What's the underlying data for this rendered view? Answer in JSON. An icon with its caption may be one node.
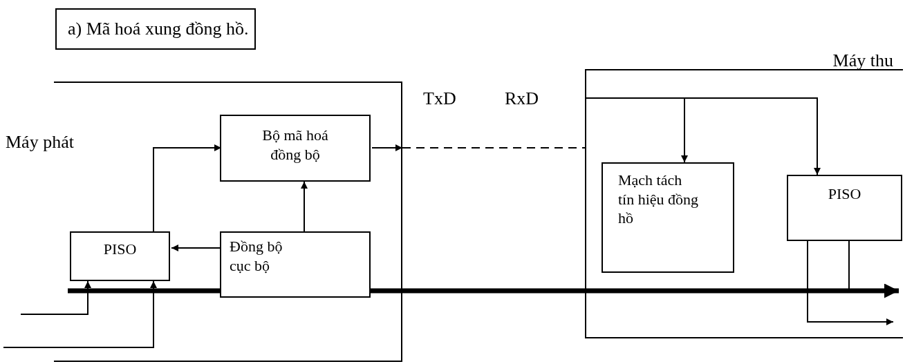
{
  "diagram": {
    "nodes": [
      {
        "text": [
          "a) Mã hoá xung đồng hồ."
        ]
      },
      {
        "text": [
          "Máy phát"
        ]
      },
      {
        "text": [
          "Bộ mã hoá đồng bộ"
        ],
        "in": 1
      },
      {
        "text": [
          "PISO"
        ],
        "in": 1
      },
      {
        "text": [
          "Đồng bộ cục bộ"
        ],
        "in": 1
      },
      {
        "text": [
          "Máy thu"
        ]
      },
      {
        "text": [
          "Mạch tách tín hiệu đồng hồ"
        ],
        "in": 5
      },
      {
        "text": [
          "PISO"
        ],
        "in": 5
      }
    ],
    "edges": [
      {
        "from": 3,
        "to": 2,
        "arrow": "to"
      },
      {
        "from": 4,
        "to": 2,
        "arrow": "to"
      },
      {
        "from": 4,
        "to": 3,
        "arrow": "to"
      },
      {
        "from": null,
        "to": 3,
        "arrow": "to"
      },
      {
        "from": null,
        "to": 3,
        "arrow": "to"
      },
      {
        "from": 2,
        "to": 1,
        "arrow": "to"
      },
      {
        "from": 1,
        "to": 5,
        "arrow": "none",
        "style": "dashed"
      },
      {
        "from": 5,
        "to": 6,
        "arrow": "to"
      },
      {
        "from": 5,
        "to": 7,
        "arrow": "to"
      },
      {
        "from": 7,
        "to": null,
        "arrow": "to"
      },
      {
        "from": 7,
        "to": null,
        "arrow": "none"
      }
    ],
    "labels": [
      "TxD",
      "RxD"
    ]
  }
}
